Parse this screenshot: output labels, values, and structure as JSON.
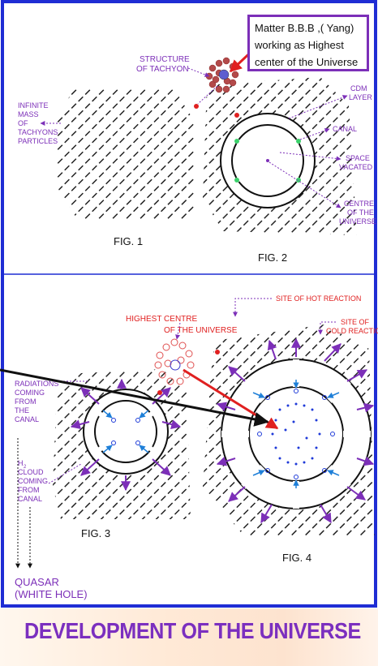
{
  "callout": {
    "line1": "Matter B.B.B ,( Yang)",
    "line2": "working as Highest",
    "line3": "center of the Universe"
  },
  "fig1": {
    "caption": "FIG. 1",
    "label_infinite": [
      "INFINITE",
      "MASS",
      "OF",
      "TACHYONS",
      "PARTICLES"
    ]
  },
  "fig2": {
    "caption": "FIG. 2",
    "label_structure": [
      "STRUCTURE",
      "OF TACHYON"
    ],
    "label_cdm": [
      "CDM",
      "LAYER"
    ],
    "label_canal": "CANAL",
    "label_space": [
      "SPACE",
      "VACATED"
    ],
    "label_centre": [
      "CENTRE",
      "OF THE",
      "UNIVERSE"
    ]
  },
  "fig3": {
    "caption": "FIG. 3",
    "label_radiations": [
      "RADIATIONS",
      "COMING",
      "FROM",
      "THE",
      "CANAL"
    ],
    "label_h2": [
      "H",
      "CLOUD",
      "COMING",
      "FROM",
      "CANAL"
    ],
    "h2_subscript": "2"
  },
  "fig4": {
    "caption": "FIG. 4",
    "label_highest": [
      "HIGHEST CENTRE",
      "OF THE UNIVERSE"
    ],
    "label_hot": "SITE OF HOT REACTION",
    "label_cold": [
      "SITE OF",
      "COLD REACTION"
    ]
  },
  "quasar": [
    "QUASAR",
    "(WHITE HOLE)"
  ],
  "title": "DEVELOPMENT OF THE UNIVERSE",
  "colors": {
    "frame": "#1f2dd4",
    "purple": "#7c2fb8",
    "red": "#e02020",
    "hatch": "#222222",
    "title": "#7b2fbf"
  }
}
